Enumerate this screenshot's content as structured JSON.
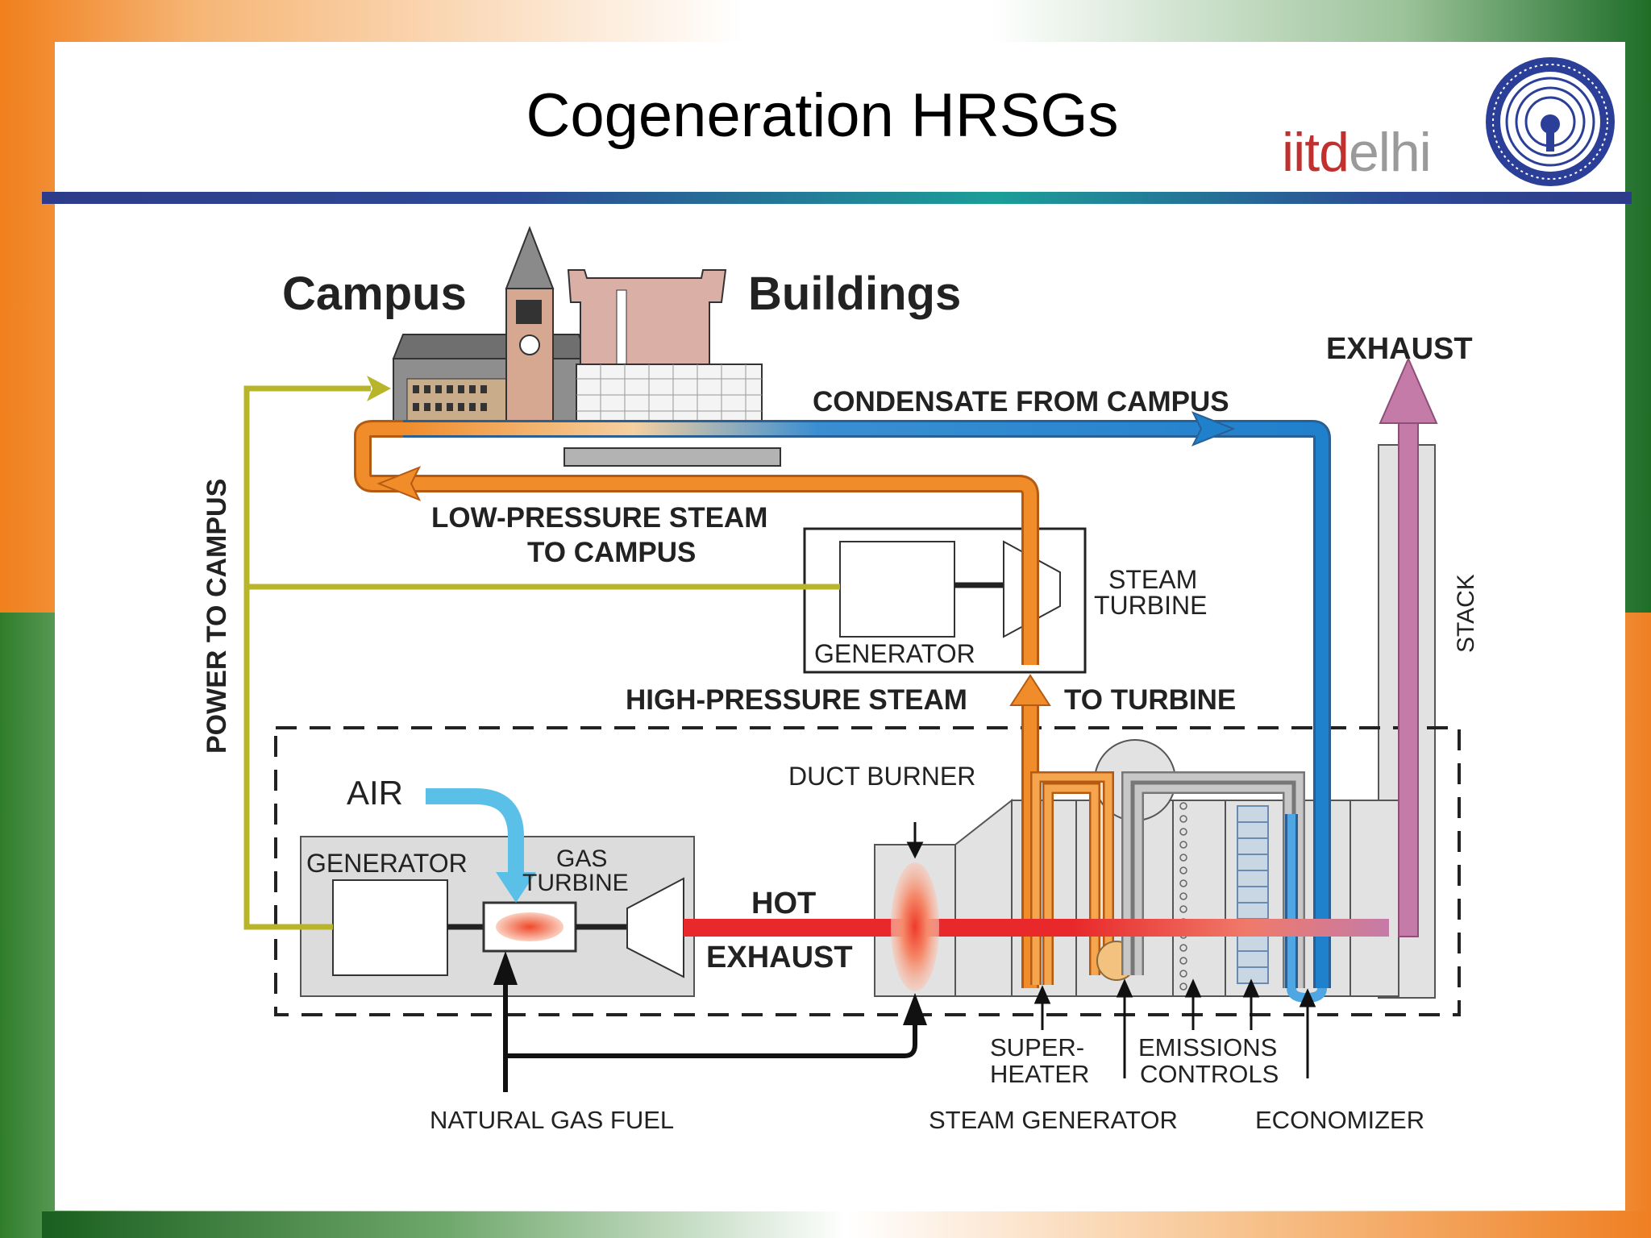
{
  "slide": {
    "title": "Cogeneration HRSGs",
    "brand_part1": "iitd",
    "brand_part2": "elhi"
  },
  "diagram": {
    "campus": "Campus",
    "buildings": "Buildings",
    "exhaust_top": "EXHAUST",
    "condensate": "CONDENSATE FROM CAMPUS",
    "lp_steam_line1": "LOW-PRESSURE STEAM",
    "lp_steam_line2": "TO CAMPUS",
    "steam_turbine_line1": "STEAM",
    "steam_turbine_line2": "TURBINE",
    "generator_top": "GENERATOR",
    "power_to_campus": "POWER TO CAMPUS",
    "stack": "STACK",
    "hp_steam": "HIGH-PRESSURE STEAM",
    "to_turbine": "TO TURBINE",
    "air": "AIR",
    "duct_burner": "DUCT BURNER",
    "generator_bottom": "GENERATOR",
    "gas_turbine_line1": "GAS",
    "gas_turbine_line2": "TURBINE",
    "hot": "HOT",
    "exhaust_mid": "EXHAUST",
    "superheater_line1": "SUPER-",
    "superheater_line2": "HEATER",
    "emissions_line1": "EMISSIONS",
    "emissions_line2": "CONTROLS",
    "natural_gas": "NATURAL GAS FUEL",
    "steam_generator": "STEAM GENERATOR",
    "economizer": "ECONOMIZER"
  },
  "colors": {
    "power_line": "#b9b52a",
    "lp_steam": "#f08c2a",
    "condensate": "#1f80cc",
    "exhaust": "#c47ba8",
    "hot_exhaust": "#e8282a",
    "air": "#5bc0e8",
    "header_rule": "#2d4a96"
  }
}
